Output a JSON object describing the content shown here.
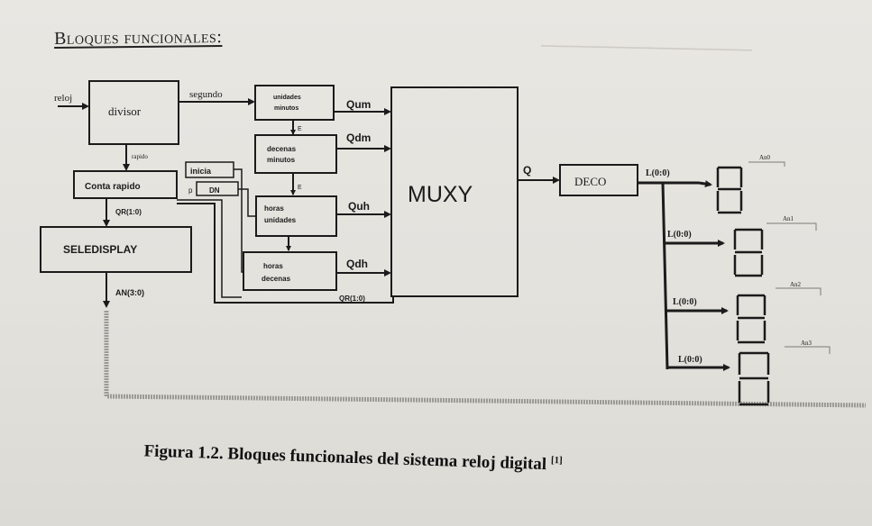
{
  "document": {
    "heading": "Bloques funcionales:",
    "caption": "Figura 1.2. Bloques funcionales del sistema reloj digital",
    "caption_ref": "[1]"
  },
  "diagram": {
    "blocks": {
      "divisor": "divisor",
      "conta_rapido": "Conta rapido",
      "seledisplay": "SELEDISPLAY",
      "unidades_minutos_1": "unidades",
      "unidades_minutos_2": "minutos",
      "decenas_minutos_1": "decenas",
      "decenas_minutos_2": "minutos",
      "horas_unidades_1": "horas",
      "horas_unidades_2": "unidades",
      "horas_decenas_1": "horas",
      "horas_decenas_2": "decenas",
      "muxy": "MUXY",
      "deco": "DECO",
      "inicia": "inicia",
      "dn": "DN"
    },
    "signals": {
      "reloj": "reloj",
      "segundo": "segundo",
      "rapido": "rapido",
      "qr_left": "QR(1:0)",
      "an": "AN(3:0)",
      "qum": "Qum",
      "qdm": "Qdm",
      "quh": "Quh",
      "qdh": "Qdh",
      "qr_bottom": "QR(1:0)",
      "q": "Q",
      "bus_top": "L(0:0)",
      "bus_1": "L(0:0)",
      "bus_2": "L(0:0)",
      "bus_3": "L(0:0)",
      "en_1": "E",
      "en_2": "E",
      "p": "p",
      "an0": "An0",
      "an1": "An1",
      "an2": "An2",
      "an3": "An3"
    }
  }
}
